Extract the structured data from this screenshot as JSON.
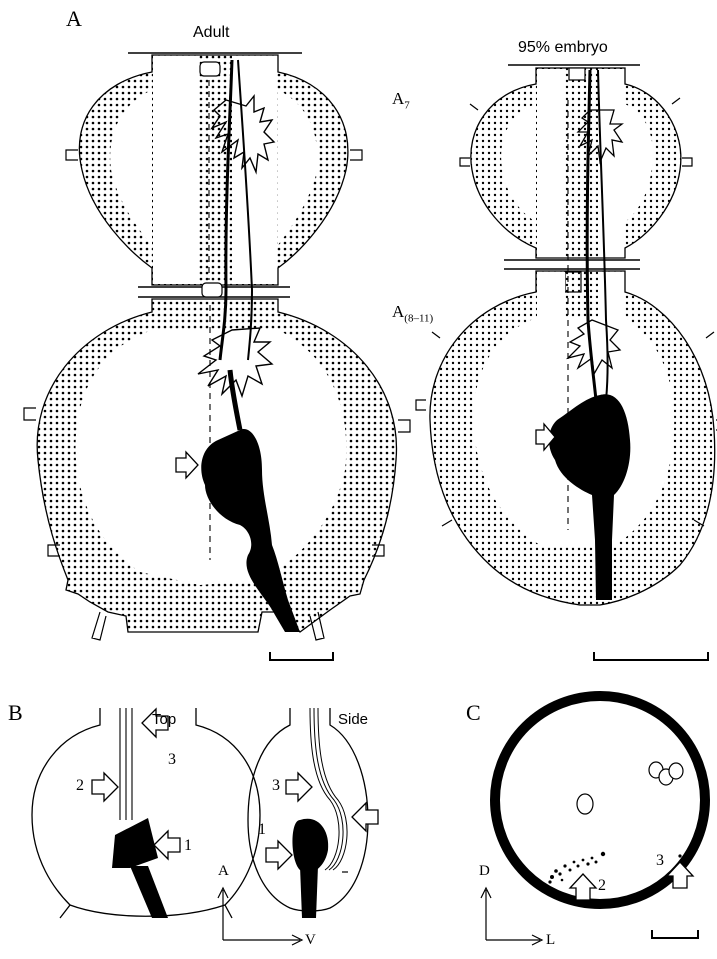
{
  "panels": {
    "a": {
      "letter": "A",
      "left_title": "Adult",
      "right_title": "95% embryo",
      "segment_upper": "A",
      "segment_upper_sub": "7",
      "segment_lower": "A",
      "segment_lower_sub": "(8–11)"
    },
    "b": {
      "letter": "B",
      "top_title": "Top",
      "side_title": "Side",
      "top_arrows": [
        "2",
        "3",
        "1"
      ],
      "side_arrows": [
        "3",
        "1"
      ],
      "axis_vertical": "A",
      "axis_horizontal": "V"
    },
    "c": {
      "letter": "C",
      "arrows": [
        "2",
        "3"
      ],
      "axis_vertical": "D",
      "axis_horizontal": "L"
    }
  },
  "icons": [
    "open-arrow-icon",
    "scale-bar-icon",
    "axis-arrow-icon"
  ],
  "colors": {
    "ink": "#000000",
    "paper": "#ffffff"
  }
}
